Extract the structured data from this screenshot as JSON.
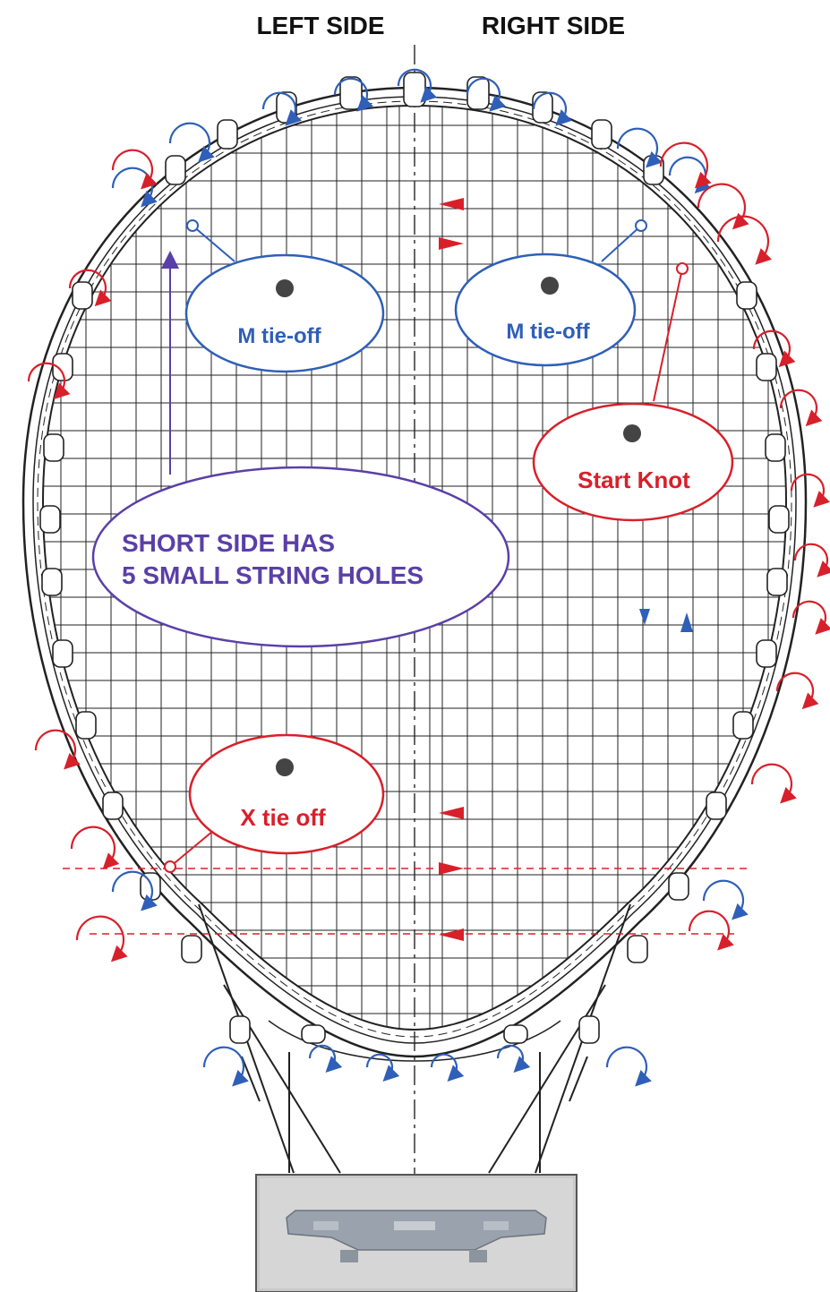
{
  "headers": {
    "left": "LEFT SIDE",
    "right": "RIGHT SIDE"
  },
  "callouts": {
    "m_tie_off_left": "M tie-off",
    "m_tie_off_right": "M tie-off",
    "start_knot": "Start Knot",
    "short_side_line1": "SHORT SIDE HAS",
    "short_side_line2": "5 SMALL STRING HOLES",
    "x_tie_off": "X tie off"
  },
  "colors": {
    "blue": "#2f5fb8",
    "red": "#d8202a",
    "purple": "#5a3fa8",
    "frame": "#222222",
    "dot": "#444444"
  },
  "icons": [
    "blue-loop-arrow-icon",
    "red-loop-arrow-icon",
    "direction-arrow-icon",
    "knot-dot-icon"
  ]
}
